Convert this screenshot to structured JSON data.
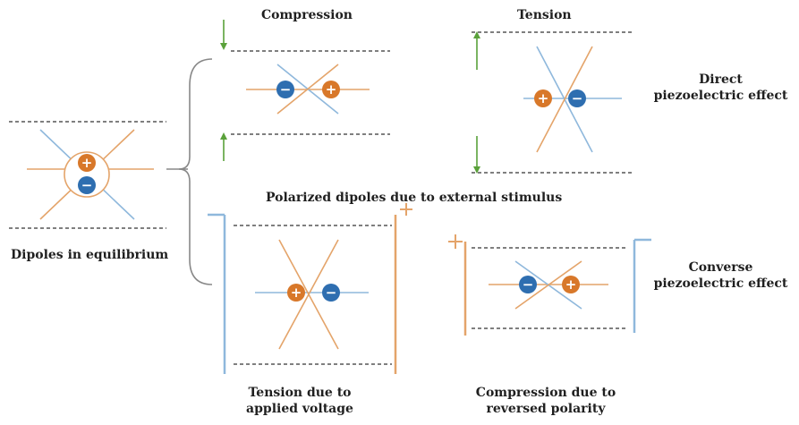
{
  "labels": {
    "compression": "Compression",
    "tension": "Tension",
    "direct": [
      "Direct",
      "piezoelectric effect"
    ],
    "polarized": "Polarized dipoles due to external stimulus",
    "equilibrium": "Dipoles in equilibrium",
    "converse": [
      "Converse",
      "piezoelectric effect"
    ],
    "tension_voltage": [
      "Tension due to",
      "applied voltage"
    ],
    "compression_reversed": [
      "Compression due to",
      "reversed polarity"
    ]
  },
  "charges": {
    "plus": "+",
    "minus": "−"
  },
  "colors": {
    "positive": "#d8782a",
    "negative": "#2e6eb0",
    "line_orange": "#e4a46a",
    "line_blue": "#8fb8dc",
    "dashed": "#555555",
    "arrow_green": "#5aa13a",
    "bracket": "#888888"
  }
}
